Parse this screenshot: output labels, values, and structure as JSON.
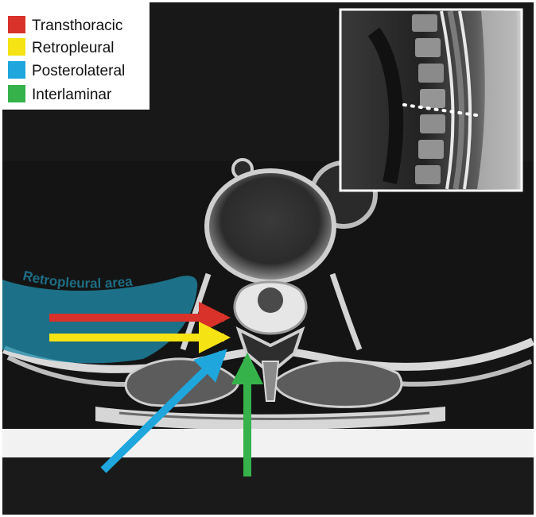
{
  "legend": {
    "items": [
      {
        "label": "Transthoracic",
        "color": "#d8322a"
      },
      {
        "label": "Retropleural",
        "color": "#f5e314"
      },
      {
        "label": "Posterolateral",
        "color": "#1ea6dd"
      },
      {
        "label": "Interlaminar",
        "color": "#35b34a"
      }
    ]
  },
  "annotations": {
    "retropleural_area": "Retropleural area"
  },
  "colors": {
    "background": "#141414",
    "retropleural_fill": "#1f8aa8",
    "frame": "#ffffff"
  },
  "icons": {
    "main_image": "axial-mri-icon",
    "inset_image": "sagittal-mri-icon"
  }
}
